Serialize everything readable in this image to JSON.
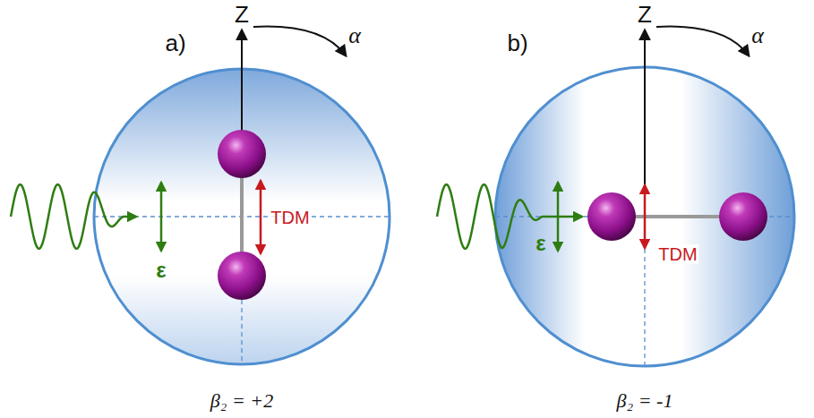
{
  "diagram": {
    "labels": [
      "a)",
      "Z",
      "α",
      "ε",
      "TDM",
      "β₂ = +2",
      "b)",
      "Z",
      "α",
      "ε",
      "TDM",
      "β₂ = -1"
    ]
  }
}
